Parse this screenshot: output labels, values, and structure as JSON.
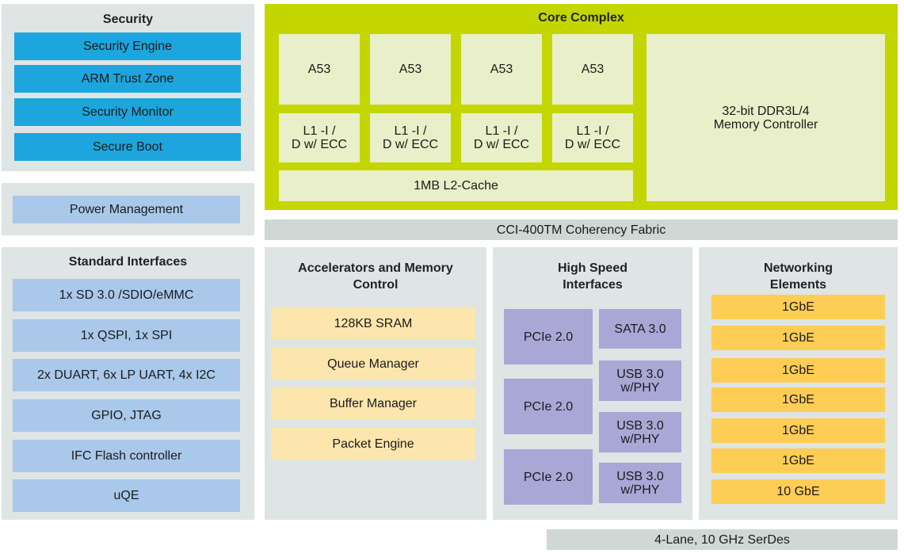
{
  "security": {
    "title": "Security",
    "items": [
      "Security Engine",
      "ARM Trust Zone",
      "Security Monitor",
      "Secure Boot"
    ]
  },
  "power": {
    "label": "Power Management"
  },
  "standard_interfaces": {
    "title": "Standard Interfaces",
    "items": [
      "1x SD 3.0 /SDIO/eMMC",
      "1x QSPI, 1x SPI",
      "2x DUART, 6x LP UART, 4x I2C",
      "GPIO, JTAG",
      "IFC Flash controller",
      "uQE"
    ]
  },
  "core_complex": {
    "title": "Core Complex",
    "cores": [
      "A53",
      "A53",
      "A53",
      "A53"
    ],
    "l1": [
      {
        "line1": "L1 -I /",
        "line2": "D w/ ECC"
      },
      {
        "line1": "L1 -I /",
        "line2": "D w/ ECC"
      },
      {
        "line1": "L1 -I /",
        "line2": "D w/ ECC"
      },
      {
        "line1": "L1 -I /",
        "line2": "D w/ ECC"
      }
    ],
    "l2": "1MB L2-Cache",
    "memory_controller": {
      "line1": "32-bit DDR3L/4",
      "line2": "Memory Controller"
    }
  },
  "fabric": {
    "label": "CCI-400TM Coherency Fabric"
  },
  "accelerators": {
    "title_line1": "Accelerators and Memory",
    "title_line2": "Control",
    "items": [
      "128KB SRAM",
      "Queue Manager",
      "Buffer Manager",
      "Packet Engine"
    ]
  },
  "high_speed": {
    "title_line1": "High Speed",
    "title_line2": "Interfaces",
    "pcie": [
      "PCIe 2.0",
      "PCIe 2.0",
      "PCIe 2.0"
    ],
    "sata": "SATA 3.0",
    "usb": [
      {
        "line1": "USB 3.0",
        "line2": "w/PHY"
      },
      {
        "line1": "USB 3.0",
        "line2": "w/PHY"
      },
      {
        "line1": "USB 3.0",
        "line2": "w/PHY"
      }
    ]
  },
  "networking": {
    "title_line1": "Networking",
    "title_line2": "Elements",
    "items": [
      "1GbE",
      "1GbE",
      "1GbE",
      "1GbE",
      "1GbE",
      "1GbE",
      "10 GbE"
    ]
  },
  "serdes": {
    "label": "4-Lane, 10 GHz SerDes"
  },
  "colors": {
    "security_blue": "#1da5dd",
    "interface_light_blue": "#a9c8ea",
    "core_green": "#c4d600",
    "core_cream": "#e9efc8",
    "accelerator_peach": "#fde6ad",
    "high_speed_purple": "#a9a7d6",
    "networking_orange": "#fdcd55",
    "panel_gray": "#dfe4e5",
    "bar_gray": "#cfd8d5"
  }
}
